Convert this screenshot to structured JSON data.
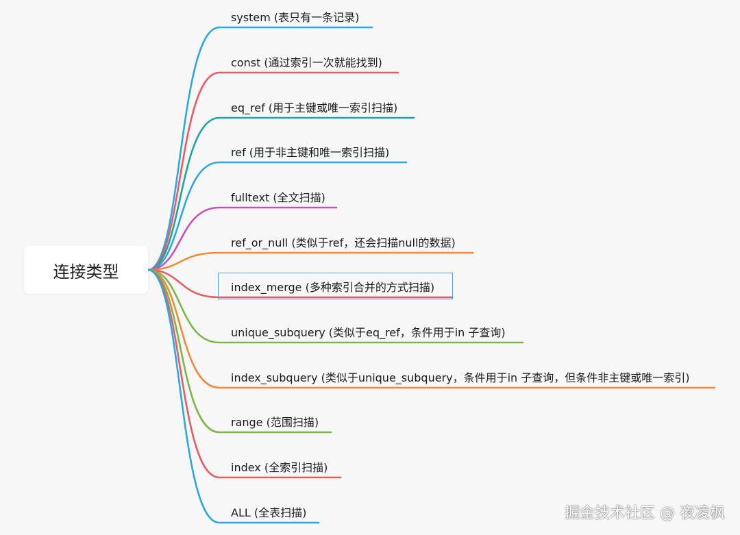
{
  "root": {
    "label": "连接类型"
  },
  "branches": [
    {
      "label": "system (表只有一条记录)",
      "color": "#2ea8dc"
    },
    {
      "label": "const (通过索引一次就能找到)",
      "color": "#e55b66"
    },
    {
      "label": "eq_ref (用于主键或唯一索引扫描)",
      "color": "#1fa39a"
    },
    {
      "label": "ref (用于非主键和唯一索引扫描)",
      "color": "#2ea8dc"
    },
    {
      "label": "fulltext (全文扫描)",
      "color": "#c94fb7"
    },
    {
      "label": "ref_or_null (类似于ref，还会扫描null的数据)",
      "color": "#f08a3a"
    },
    {
      "label": "index_merge (多种索引合并的方式扫描)",
      "color": "#e55b66",
      "highlighted": true
    },
    {
      "label": "unique_subquery (类似于eq_ref，条件用于in 子查询)",
      "color": "#7ab648"
    },
    {
      "label": "index_subquery (类似于unique_subquery，条件用于in 子查询，但条件非主键或唯一索引)",
      "color": "#f08a3a"
    },
    {
      "label": "range (范围扫描)",
      "color": "#7ab648"
    },
    {
      "label": "index (全索引扫描)",
      "color": "#e55b66"
    },
    {
      "label": "ALL (全表扫描)",
      "color": "#2ea8dc"
    }
  ],
  "watermark": "掘金技术社区 @ 夜凌枫",
  "colors": {
    "background": "#f7f7f7",
    "highlight_border": "#5b9be0"
  }
}
